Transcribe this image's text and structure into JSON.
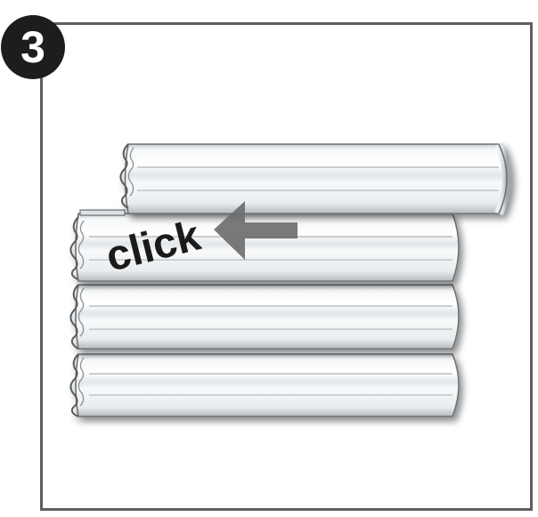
{
  "step": {
    "number": "3"
  },
  "instruction": {
    "action_text": "click",
    "arrow_direction": "left"
  },
  "colors": {
    "frame_border": "#5f5f5f",
    "badge_fill": "#1d1d1d",
    "badge_text": "#ffffff",
    "slat_light": "#f4f6f7",
    "slat_mid": "#dfe3e6",
    "slat_dark": "#b9bfc4",
    "slat_outline": "#6d7378",
    "arrow": "#6e6e6e",
    "text": "#1a1a1a"
  },
  "slats": {
    "count": 4,
    "shifted_slat_index": 0
  }
}
